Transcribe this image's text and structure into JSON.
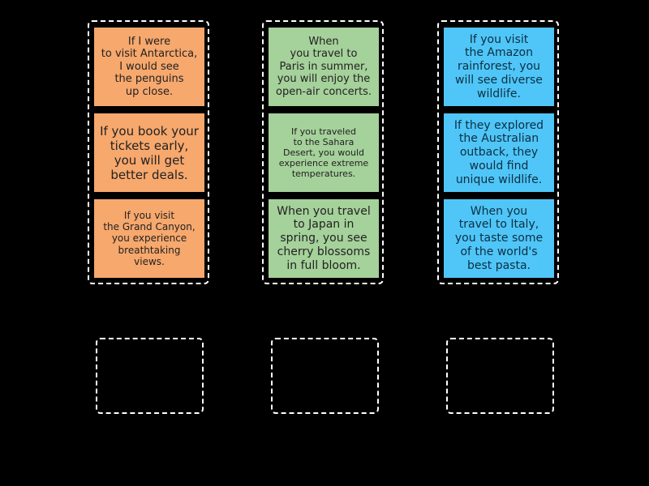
{
  "columns": [
    {
      "color": "#f7a86d",
      "cards": [
        {
          "text": "If I were\nto visit Antarctica,\nI would see\nthe penguins\nup close.",
          "size": 13
        },
        {
          "text": "If you book your\ntickets early,\nyou will get\nbetter deals.",
          "size": 15
        },
        {
          "text": "If you visit\nthe Grand Canyon,\nyou experience\nbreathtaking\nviews.",
          "size": 12
        }
      ]
    },
    {
      "color": "#a5d19a",
      "cards": [
        {
          "text": "When\nyou travel to\nParis in summer,\nyou will enjoy the\nopen-air concerts.",
          "size": 13
        },
        {
          "text": "If you traveled\nto the Sahara\nDesert, you would\nexperience extreme\ntemperatures.",
          "size": 11
        },
        {
          "text": "When you travel\nto Japan in\nspring, you see\ncherry blossoms\nin full bloom.",
          "size": 14
        }
      ]
    },
    {
      "color": "#4fc6f7",
      "cards": [
        {
          "text": "If you visit\nthe Amazon\nrainforest, you\nwill see diverse\nwildlife.",
          "size": 14
        },
        {
          "text": "If they explored\nthe Australian\noutback, they\nwould find\nunique wildlife.",
          "size": 14
        },
        {
          "text": "When you\ntravel to Italy,\nyou taste some\nof the world's\nbest pasta.",
          "size": 14
        }
      ]
    }
  ],
  "drop_zones": [
    {
      "label": ""
    },
    {
      "label": ""
    },
    {
      "label": ""
    }
  ]
}
